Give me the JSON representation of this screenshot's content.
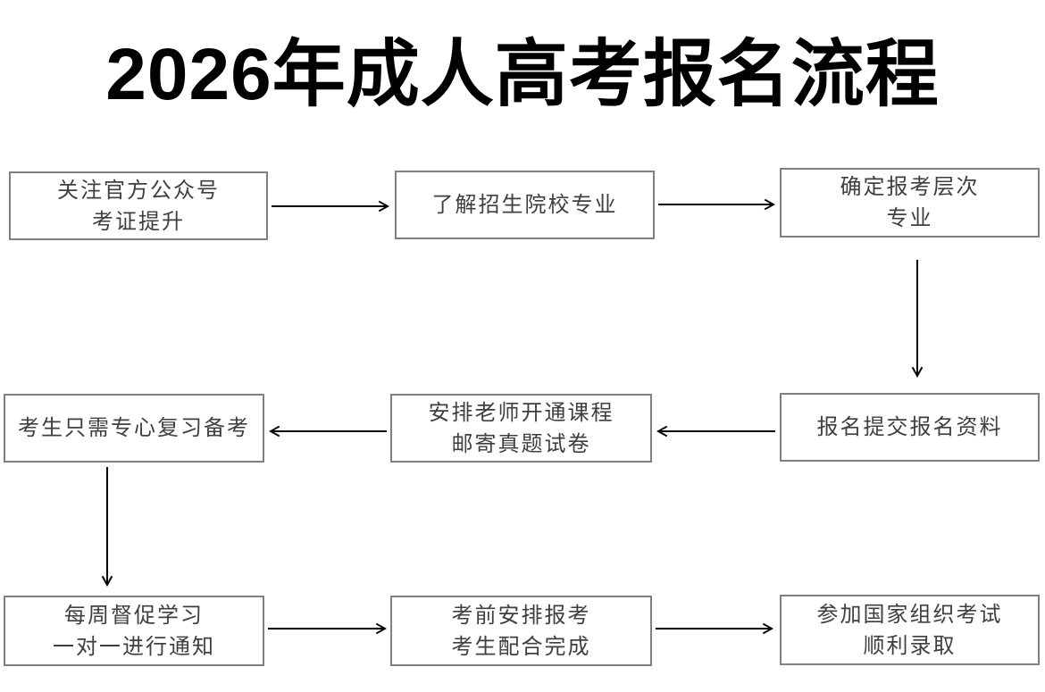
{
  "page": {
    "title": "2026年成人高考报名流程",
    "background_color": "#ffffff",
    "title_color": "#000000"
  },
  "style": {
    "box_border_color": "#808080",
    "box_text_color": "#3f3f3f",
    "arrow_color": "#000000"
  },
  "flowchart": {
    "nodes": [
      {
        "lines": [
          "关注官方公众号",
          "考证提升"
        ]
      },
      {
        "lines": [
          "了解招生院校专业"
        ]
      },
      {
        "lines": [
          "确定报考层次",
          "专业"
        ]
      },
      {
        "lines": [
          "报名提交报名资料"
        ]
      },
      {
        "lines": [
          "安排老师开通课程",
          "邮寄真题试卷"
        ]
      },
      {
        "lines": [
          "考生只需专心复习备考"
        ]
      },
      {
        "lines": [
          "每周督促学习",
          "一对一进行通知"
        ]
      },
      {
        "lines": [
          "考前安排报考",
          "考生配合完成"
        ]
      },
      {
        "lines": [
          "参加国家组织考试",
          "顺利录取"
        ]
      }
    ],
    "connections": [
      {
        "from": 0,
        "to": 1,
        "direction": "right"
      },
      {
        "from": 1,
        "to": 2,
        "direction": "right"
      },
      {
        "from": 2,
        "to": 3,
        "direction": "down"
      },
      {
        "from": 3,
        "to": 4,
        "direction": "left"
      },
      {
        "from": 4,
        "to": 5,
        "direction": "left"
      },
      {
        "from": 5,
        "to": 6,
        "direction": "down"
      },
      {
        "from": 6,
        "to": 7,
        "direction": "right"
      },
      {
        "from": 7,
        "to": 8,
        "direction": "right"
      }
    ]
  }
}
